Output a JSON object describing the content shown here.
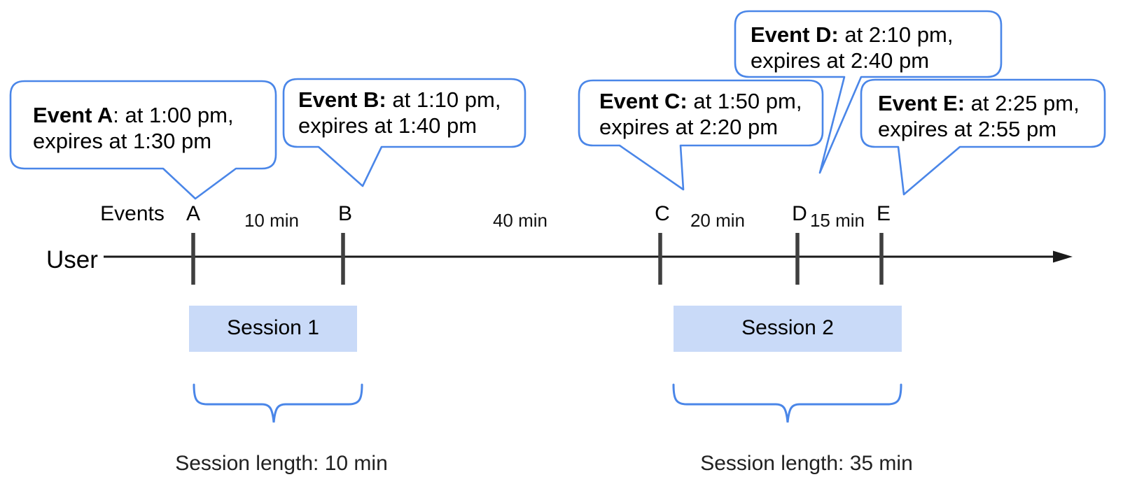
{
  "diagram": {
    "title_context": "event-session timeline",
    "axis": {
      "events_label": "Events",
      "user_label": "User"
    },
    "event_marks": [
      {
        "label": "A"
      },
      {
        "label": "B"
      },
      {
        "label": "C"
      },
      {
        "label": "D"
      },
      {
        "label": "E"
      }
    ],
    "gap_labels": [
      {
        "text": "10 min"
      },
      {
        "text": "40 min"
      },
      {
        "text": "20 min"
      },
      {
        "text": "15 min"
      }
    ],
    "bubbles": [
      {
        "bold": "Event A",
        "rest": ": at 1:00 pm,",
        "line2": "expires at 1:30 pm"
      },
      {
        "bold": "Event B:",
        "rest": " at 1:10 pm,",
        "line2": "expires at 1:40 pm"
      },
      {
        "bold": "Event C:",
        "rest": " at 1:50 pm,",
        "line2": "expires at 2:20 pm"
      },
      {
        "bold": "Event D:",
        "rest": " at 2:10 pm,",
        "line2": "expires at 2:40 pm"
      },
      {
        "bold": "Event E:",
        "rest": " at 2:25 pm,",
        "line2": "expires at 2:55 pm"
      }
    ],
    "sessions": [
      {
        "label": "Session 1",
        "length_label": "Session length: 10 min"
      },
      {
        "label": "Session 2",
        "length_label": "Session length: 35 min"
      }
    ],
    "colors": {
      "bubble_border": "#4a86e8",
      "brace": "#4a86e8",
      "session_fill": "#c9daf8",
      "tick": "#3f3f3f",
      "timeline": "#1a1a1a"
    }
  }
}
